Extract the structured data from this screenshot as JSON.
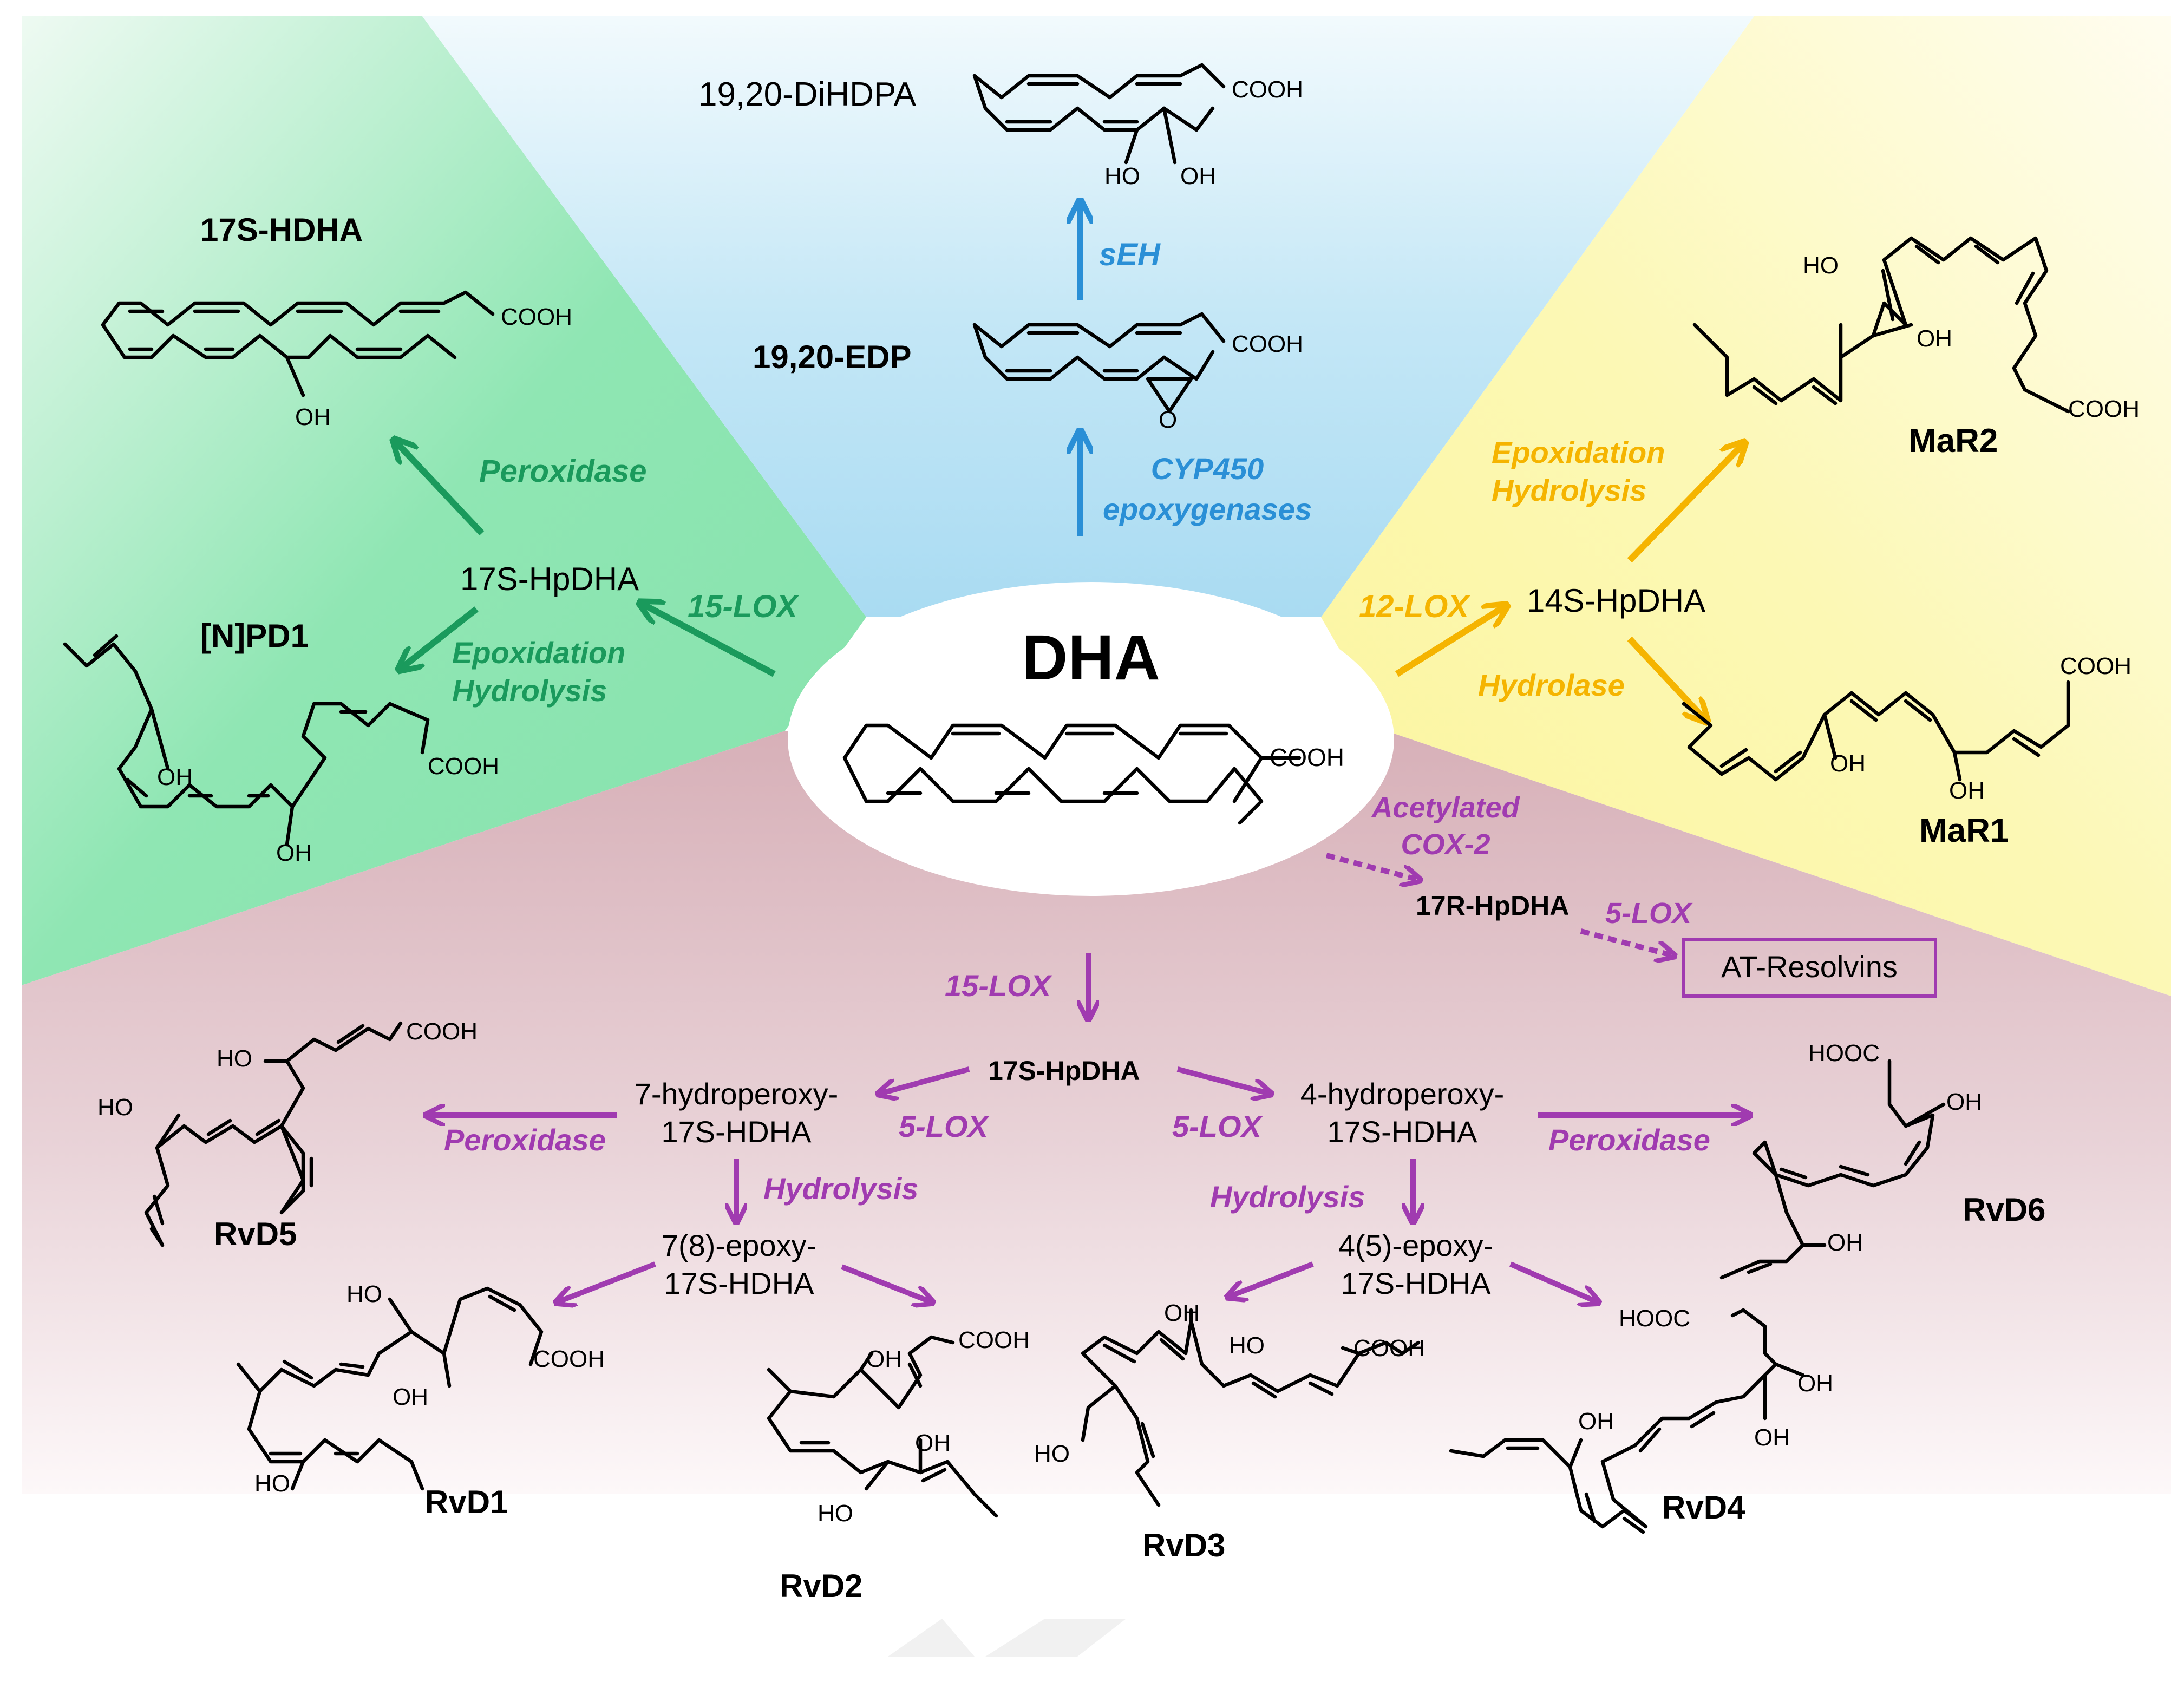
{
  "colors": {
    "green": "#1a9a5c",
    "blue": "#2a8fd6",
    "orange": "#f5b400",
    "purple": "#a03bb0",
    "green_bg": "#8fe6b3",
    "blue_bg": "#a9dbf2",
    "yellow_bg": "#fbf7a6",
    "mauve_bg": "#d9b4bb"
  },
  "center": {
    "title": "DHA",
    "formula": "COOH"
  },
  "blue_branch": {
    "enzyme1_line1": "CYP450",
    "enzyme1_line2": "epoxygenases",
    "edp": "19,20-EDP",
    "enzyme2": "sEH",
    "dihdpa": "19,20-DiHDPA"
  },
  "green_branch": {
    "enzyme_lox": "15-LOX",
    "intermediate": "17S-HpDHA",
    "peroxidase": "Peroxidase",
    "hdha": "17S-HDHA",
    "epox1": "Epoxidation",
    "epox2": "Hydrolysis",
    "npd1": "[N]PD1"
  },
  "yellow_branch": {
    "enzyme_lox": "12-LOX",
    "intermediate": "14S-HpDHA",
    "epox1": "Epoxidation",
    "epox2": "Hydrolysis",
    "mar2": "MaR2",
    "hydrolase": "Hydrolase",
    "mar1": "MaR1"
  },
  "purple_branch": {
    "cox_line1": "Acetylated",
    "cox_line2": "COX-2",
    "hp17r": "17R-HpDHA",
    "lox5_top": "5-LOX",
    "at_resolvins": "AT-Resolvins",
    "lox15": "15-LOX",
    "hp17s": "17S-HpDHA",
    "hp7_line1": "7-hydroperoxy-",
    "hp7_line2": "17S-HDHA",
    "hp4_line1": "4-hydroperoxy-",
    "hp4_line2": "17S-HDHA",
    "lox5_left": "5-LOX",
    "lox5_right": "5-LOX",
    "perox_left": "Peroxidase",
    "perox_right": "Peroxidase",
    "hydro_left": "Hydrolysis",
    "hydro_right": "Hydrolysis",
    "ep7_line1": "7(8)-epoxy-",
    "ep7_line2": "17S-HDHA",
    "ep4_line1": "4(5)-epoxy-",
    "ep4_line2": "17S-HDHA",
    "rvd1": "RvD1",
    "rvd2": "RvD2",
    "rvd3": "RvD3",
    "rvd4": "RvD4",
    "rvd5": "RvD5",
    "rvd6": "RvD6"
  },
  "atoms": {
    "cooh": "COOH",
    "hooc": "HOOC",
    "ho": "HO",
    "oh": "OH",
    "o": "O"
  }
}
